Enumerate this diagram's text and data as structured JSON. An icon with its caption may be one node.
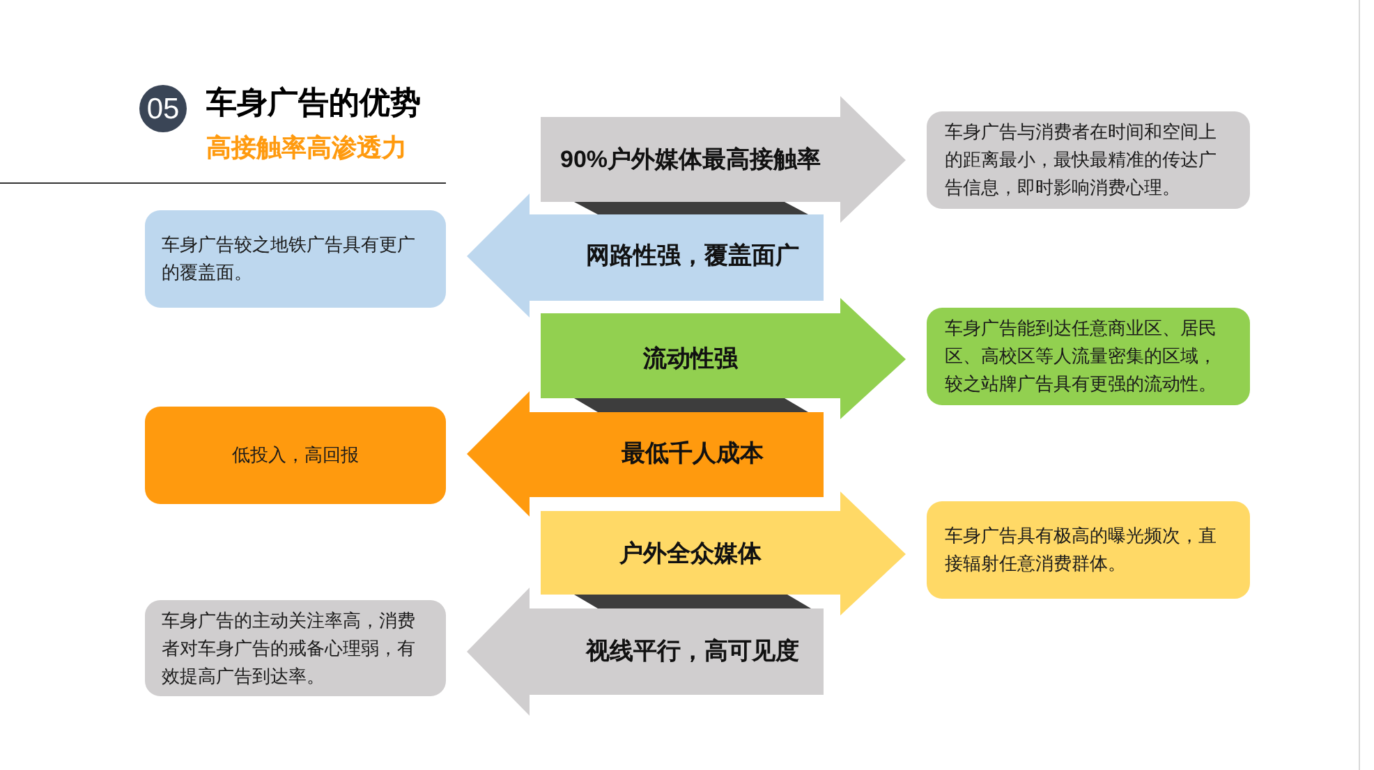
{
  "diagram": {
    "title": "车身广告的优势",
    "nodes": [
      {
        "text": [
          "05"
        ]
      },
      {
        "text": [
          "90%户外媒体最高接触率"
        ]
      },
      {
        "text": [
          "车身广告与消费者在时间和空间上的距离最小，最快最精准的传达广告信息，即时影响消费心理。"
        ]
      },
      {
        "text": [
          "网路性强，覆盖面广"
        ]
      },
      {
        "text": [
          "车身广告较之地铁广告具有更广的覆盖面。"
        ]
      },
      {
        "text": [
          "流动性强"
        ]
      },
      {
        "text": [
          "车身广告能到达任意商业区、居民区、高校区等人流量密集的区域，较之站牌广告具有更强的流动性。"
        ]
      },
      {
        "text": [
          "最低千人成本"
        ]
      },
      {
        "text": [
          "低投入，高回报"
        ]
      },
      {
        "text": [
          "户外全众媒体"
        ]
      },
      {
        "text": [
          "车身广告具有极高的曝光频次，直接辐射任意消费群体。"
        ]
      },
      {
        "text": [
          "视线平行，高可见度"
        ]
      },
      {
        "text": [
          "车身广告的主动关注率高，消费者对车身广告的戒备心理弱，有效提高广告到达率。"
        ]
      }
    ],
    "labels": [
      "高接触率高渗透力"
    ]
  }
}
